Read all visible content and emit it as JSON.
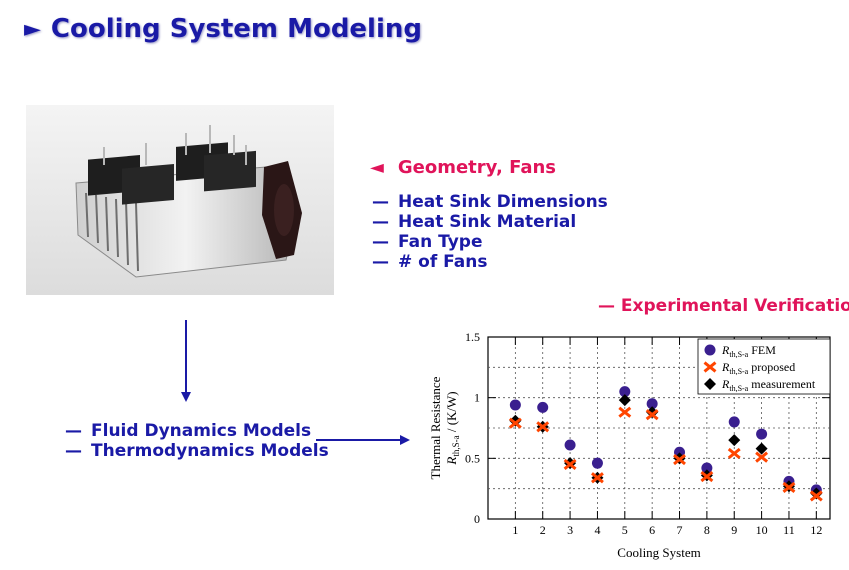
{
  "title": "Cooling System Modeling",
  "title_marker": "►",
  "geometry_header": "Geometry, Fans",
  "geometry_marker": "◄",
  "dash": "—",
  "geometry_items": [
    "Heat Sink Dimensions",
    "Heat Sink Material",
    "Fan Type",
    "# of Fans"
  ],
  "model_items": [
    "Fluid Dynamics Models",
    "Thermodynamics Models"
  ],
  "experimental": "— Experimental Verification",
  "colors": {
    "title": "#1a1aa6",
    "pink": "#e0145a",
    "fem": "#3a1f8f",
    "proposed": "#ff4500",
    "measurement": "#000000"
  },
  "chart_data": {
    "type": "scatter",
    "xlabel": "Cooling System",
    "ylabel_main": "Thermal Resistance",
    "ylabel_sub": "R",
    "ylabel_subscript": "th,S-a",
    "ylabel_unit": "/ (K/W)",
    "x": [
      1,
      2,
      3,
      4,
      5,
      6,
      7,
      8,
      9,
      10,
      11,
      12
    ],
    "x_ticks": [
      "1",
      "2",
      "3",
      "4",
      "5",
      "6",
      "7",
      "8",
      "9",
      "10",
      "11",
      "12"
    ],
    "y_ticks": [
      "0",
      "0.5",
      "1",
      "1.5"
    ],
    "ylim": [
      0,
      1.5
    ],
    "xlim": [
      0,
      12.5
    ],
    "grid": true,
    "legend_position": "top-right",
    "series": [
      {
        "name": "FEM",
        "legend_prefix": "R",
        "legend_sub": "th,S-a",
        "marker": "circle",
        "values": [
          0.94,
          0.92,
          0.61,
          0.46,
          1.05,
          0.95,
          0.55,
          0.42,
          0.8,
          0.7,
          0.31,
          0.24
        ]
      },
      {
        "name": "proposed",
        "legend_prefix": "R",
        "legend_sub": "th,S-a",
        "marker": "x",
        "values": [
          0.79,
          0.76,
          0.45,
          0.34,
          0.88,
          0.86,
          0.49,
          0.35,
          0.54,
          0.51,
          0.26,
          0.19
        ]
      },
      {
        "name": "measurement",
        "legend_prefix": "R",
        "legend_sub": "th,S-a",
        "marker": "diamond",
        "values": [
          0.81,
          0.76,
          0.46,
          0.34,
          0.98,
          0.88,
          0.5,
          0.36,
          0.65,
          0.58,
          0.27,
          0.21
        ]
      }
    ]
  }
}
